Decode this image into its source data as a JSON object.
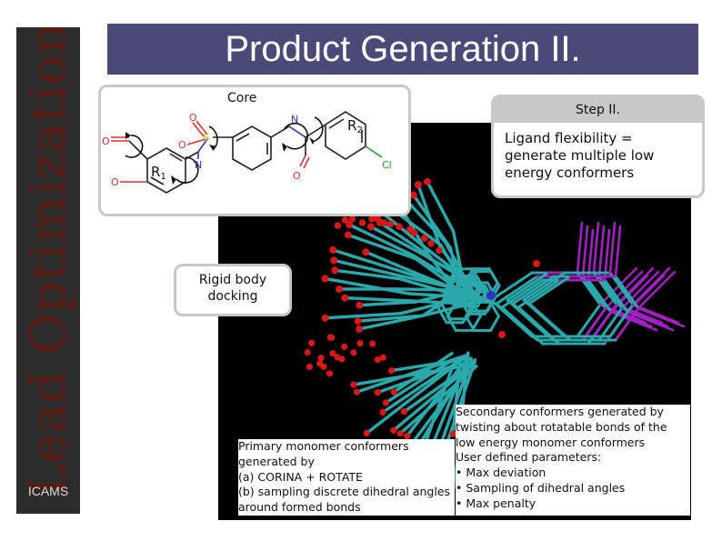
{
  "slide": {
    "title": "Product Generation II.",
    "sidebar_title": "Lead Optimization",
    "sidebar_logo": "ICAMS"
  },
  "core_panel": {
    "label": "Core",
    "atoms": {
      "o1": "O",
      "o2": "O",
      "o3": "O",
      "o4": "O",
      "o5": "O",
      "s": "S",
      "n1": "N",
      "n2": "N",
      "cl": "Cl",
      "r1": "R",
      "r1_sub": "1",
      "r2": "R",
      "r2_sub": "2"
    }
  },
  "step_panel": {
    "heading": "Step II.",
    "lines": [
      "Ligand flexibility =",
      "generate multiple low",
      "energy conformers"
    ]
  },
  "rigid_panel": {
    "lines": [
      "Rigid body",
      "docking"
    ]
  },
  "secondary": {
    "lines": [
      "Secondary conformers generated by",
      "twisting about rotatable bonds of the",
      "low energy monomer conformers",
      "User defined parameters:",
      "• Max deviation",
      "• Sampling of dihedral angles",
      "• Max penalty"
    ]
  },
  "primary": {
    "lines": [
      "Primary monomer conformers",
      "generated by",
      "(a) CORINA + ROTATE",
      "(b) sampling discrete dihedral angles",
      "around formed bonds"
    ]
  },
  "colors": {
    "title_bar": "#4a4978",
    "panel_border": "#c8c8c8",
    "bond_cyan": "#2aa9ad",
    "atom_red": "#d81818",
    "atom_magenta": "#a020c0",
    "nitrogen_blue": "#3030c0",
    "oxygen_red": "#e03030",
    "sulfur_yellow": "#c8a000",
    "chlorine_green": "#20a020"
  }
}
